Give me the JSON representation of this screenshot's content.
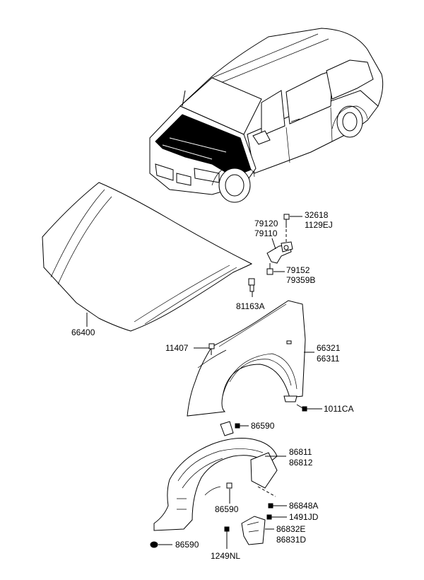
{
  "labels": {
    "p32618": "32618",
    "p1129EJ": "1129EJ",
    "p79120": "79120",
    "p79110": "79110",
    "p79152": "79152",
    "p79359B": "79359B",
    "p81163A": "81163A",
    "p66400": "66400",
    "p11407": "11407",
    "p66321": "66321",
    "p66311": "66311",
    "p1011CA": "1011CA",
    "p86590a": "86590",
    "p86811": "86811",
    "p86812": "86812",
    "p86590b": "86590",
    "p86848A": "86848A",
    "p1491JD": "1491JD",
    "p86832E": "86832E",
    "p86831D": "86831D",
    "p86590c": "86590",
    "p1249NL": "1249NL"
  }
}
